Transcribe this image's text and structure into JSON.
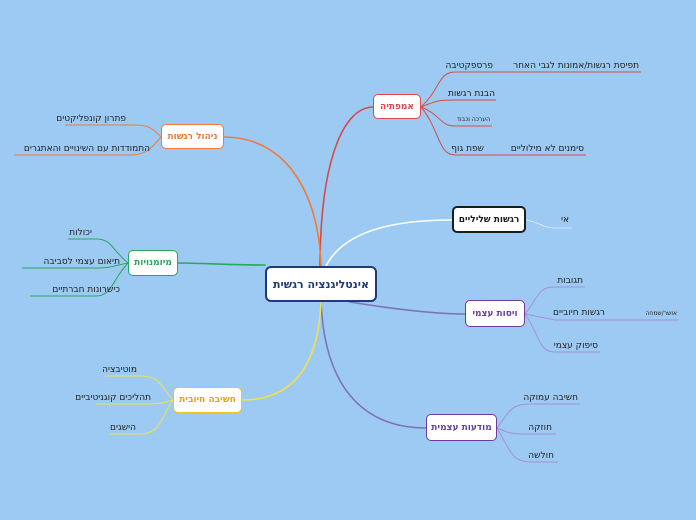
{
  "colors": {
    "background": "#9dcaf3",
    "root_border": "#1f3a78",
    "empathy": "#d64a4a",
    "negative": "#1c1c1c",
    "self_regulation": "#6a3d9a",
    "self_awareness": "#6a3d9a",
    "positive_thinking": "#f0c419",
    "skills": "#27a85a",
    "emotion_management": "#ef7a3a",
    "central_lines": "#7e73b9"
  },
  "root": "אינטליגנציה רגשית",
  "branches": {
    "empathy": {
      "label": "אמפתיה",
      "leaves": [
        "פרספקטיבה",
        "הבנת רגשות",
        "הערכה וכבוד",
        "שפת גוף"
      ],
      "sub": [
        "תפיסת רגשות/אמונות לגבי האחר",
        "סימנים לא מילוליים"
      ]
    },
    "negative": {
      "label": "רגשות שליליים",
      "leaves": [
        "אי"
      ]
    },
    "self_regulation": {
      "label": "ויסות עצמי",
      "leaves": [
        "תגובות",
        "רגשות חיוביים",
        "סיפוק   עצמי"
      ],
      "sub": [
        "אושר/שמחה"
      ]
    },
    "self_awareness": {
      "label": "מודעות עצמית",
      "leaves": [
        "חשיבה עמוקה",
        "חוזקה",
        "חולשה"
      ]
    },
    "positive_thinking": {
      "label": "חשיבה חיובית",
      "leaves": [
        "מוטיבציה",
        "תהליכים קוגניטיביים",
        "הישגים"
      ]
    },
    "skills": {
      "label": "מיומנויות",
      "leaves": [
        "יכולות",
        "תיאום עצמי לסביבה",
        "כישרונות חברתיים"
      ]
    },
    "emotion_management": {
      "label": "ניהול רגשות",
      "leaves": [
        "פתרון קונפליקטים",
        "התמודדות עם השינויים והאתגרים"
      ]
    }
  }
}
